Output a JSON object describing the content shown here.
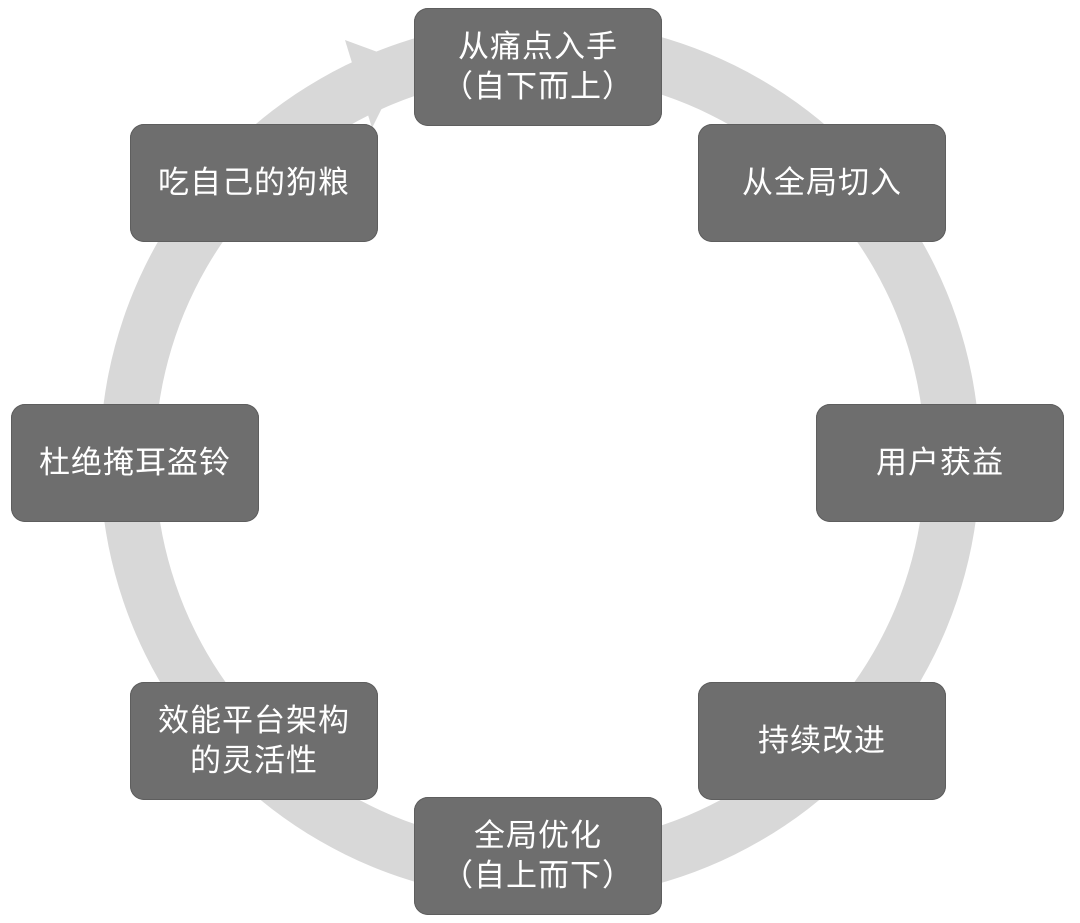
{
  "diagram": {
    "type": "cycle",
    "colors": {
      "node_fill": "#6e6e6e",
      "node_text": "#ffffff",
      "ring": "#d8d8d8"
    },
    "nodes": [
      {
        "line1": "从痛点入手",
        "line2": "（自下而上）"
      },
      {
        "line1": "从全局切入",
        "line2": ""
      },
      {
        "line1": "用户获益",
        "line2": ""
      },
      {
        "line1": "持续改进",
        "line2": ""
      },
      {
        "line1": "全局优化",
        "line2": "（自上而下）"
      },
      {
        "line1": "效能平台架构",
        "line2": "的灵活性"
      },
      {
        "line1": "杜绝掩耳盗铃",
        "line2": ""
      },
      {
        "line1": "吃自己的狗粮",
        "line2": ""
      }
    ]
  }
}
